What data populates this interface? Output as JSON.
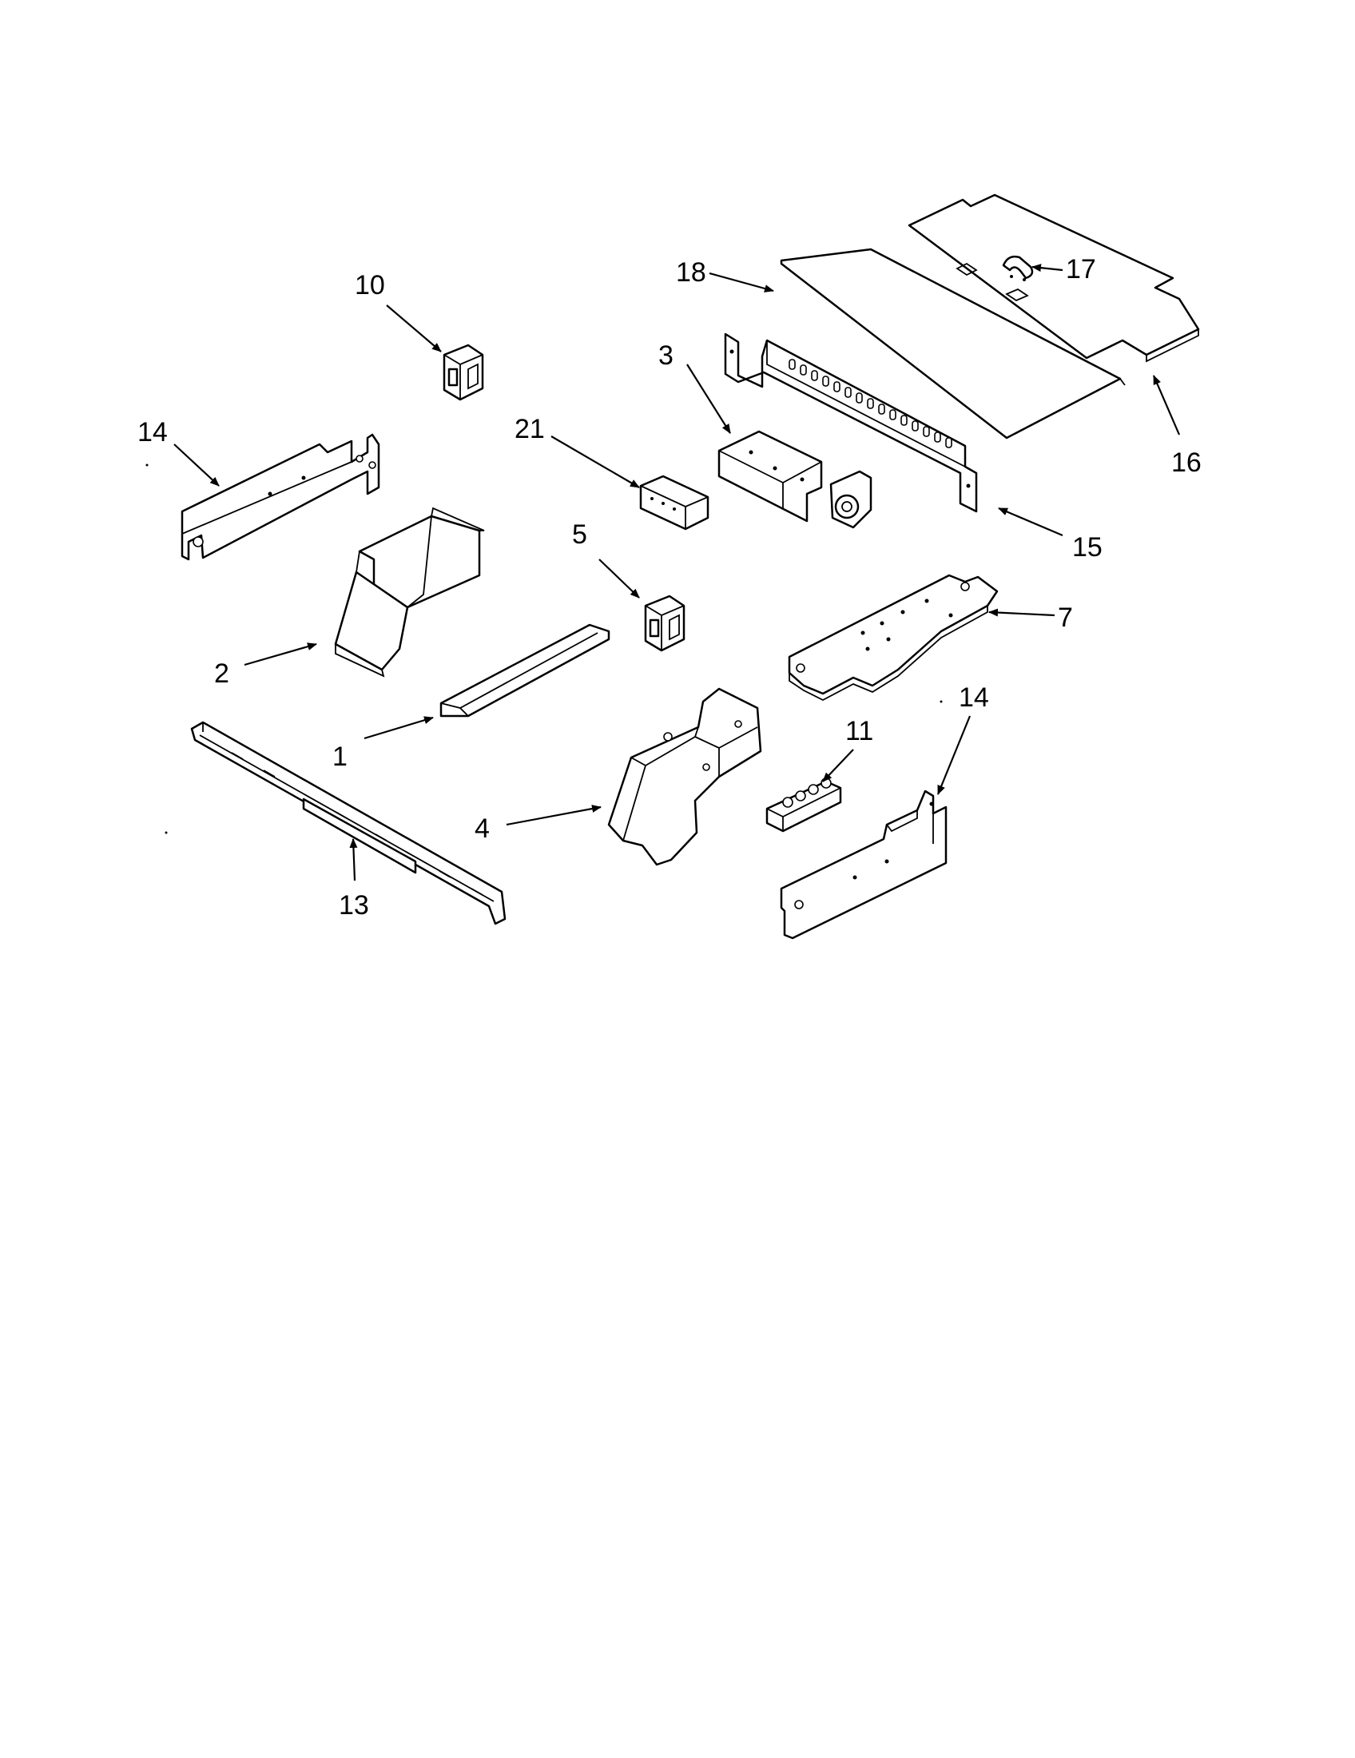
{
  "callouts": {
    "c1": "1",
    "c2": "2",
    "c3": "3",
    "c4": "4",
    "c5": "5",
    "c7": "7",
    "c10": "10",
    "c11": "11",
    "c13": "13",
    "c14a": "14",
    "c14b": "14",
    "c15": "15",
    "c16": "16",
    "c17": "17",
    "c18": "18",
    "c21": "21"
  },
  "icons": {
    "switch": "rocker-switch-icon",
    "terminal": "terminal-block-icon"
  }
}
